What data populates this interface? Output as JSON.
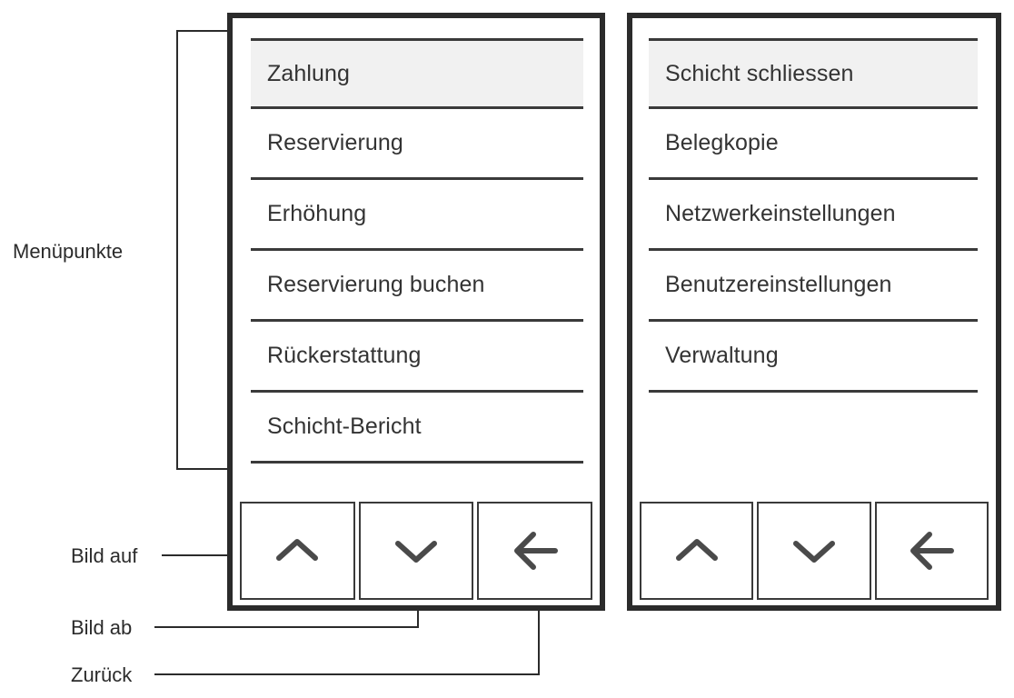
{
  "panels": [
    {
      "name": "left-terminal-panel",
      "menu_items": [
        {
          "label": "Zahlung",
          "selected": true
        },
        {
          "label": "Reservierung",
          "selected": false
        },
        {
          "label": "Erhöhung",
          "selected": false
        },
        {
          "label": "Reservierung buchen",
          "selected": false
        },
        {
          "label": "Rückerstattung",
          "selected": false
        },
        {
          "label": "Schicht-Bericht",
          "selected": false
        }
      ],
      "buttons": [
        {
          "icon": "chevron-up-icon",
          "name": "page-up-button"
        },
        {
          "icon": "chevron-down-icon",
          "name": "page-down-button"
        },
        {
          "icon": "arrow-left-icon",
          "name": "back-button"
        }
      ]
    },
    {
      "name": "right-terminal-panel",
      "menu_items": [
        {
          "label": "Schicht schliessen",
          "selected": true
        },
        {
          "label": "Belegkopie",
          "selected": false
        },
        {
          "label": "Netzwerkeinstellungen",
          "selected": false
        },
        {
          "label": "Benutzereinstellungen",
          "selected": false
        },
        {
          "label": "Verwaltung",
          "selected": false
        }
      ],
      "buttons": [
        {
          "icon": "chevron-up-icon",
          "name": "page-up-button"
        },
        {
          "icon": "chevron-down-icon",
          "name": "page-down-button"
        },
        {
          "icon": "arrow-left-icon",
          "name": "back-button"
        }
      ]
    }
  ],
  "annotations": {
    "menu_items": "Menüpunkte",
    "page_up": "Bild auf",
    "page_down": "Bild ab",
    "back": "Zurück"
  },
  "colors": {
    "panel_border": "#2b2b2b",
    "separator": "#3a3a3a",
    "selected_row": "#f1f1f1",
    "text": "#333333",
    "icon": "#4a4a4a",
    "leader_line": "#2b2b2b",
    "background": "#ffffff"
  }
}
